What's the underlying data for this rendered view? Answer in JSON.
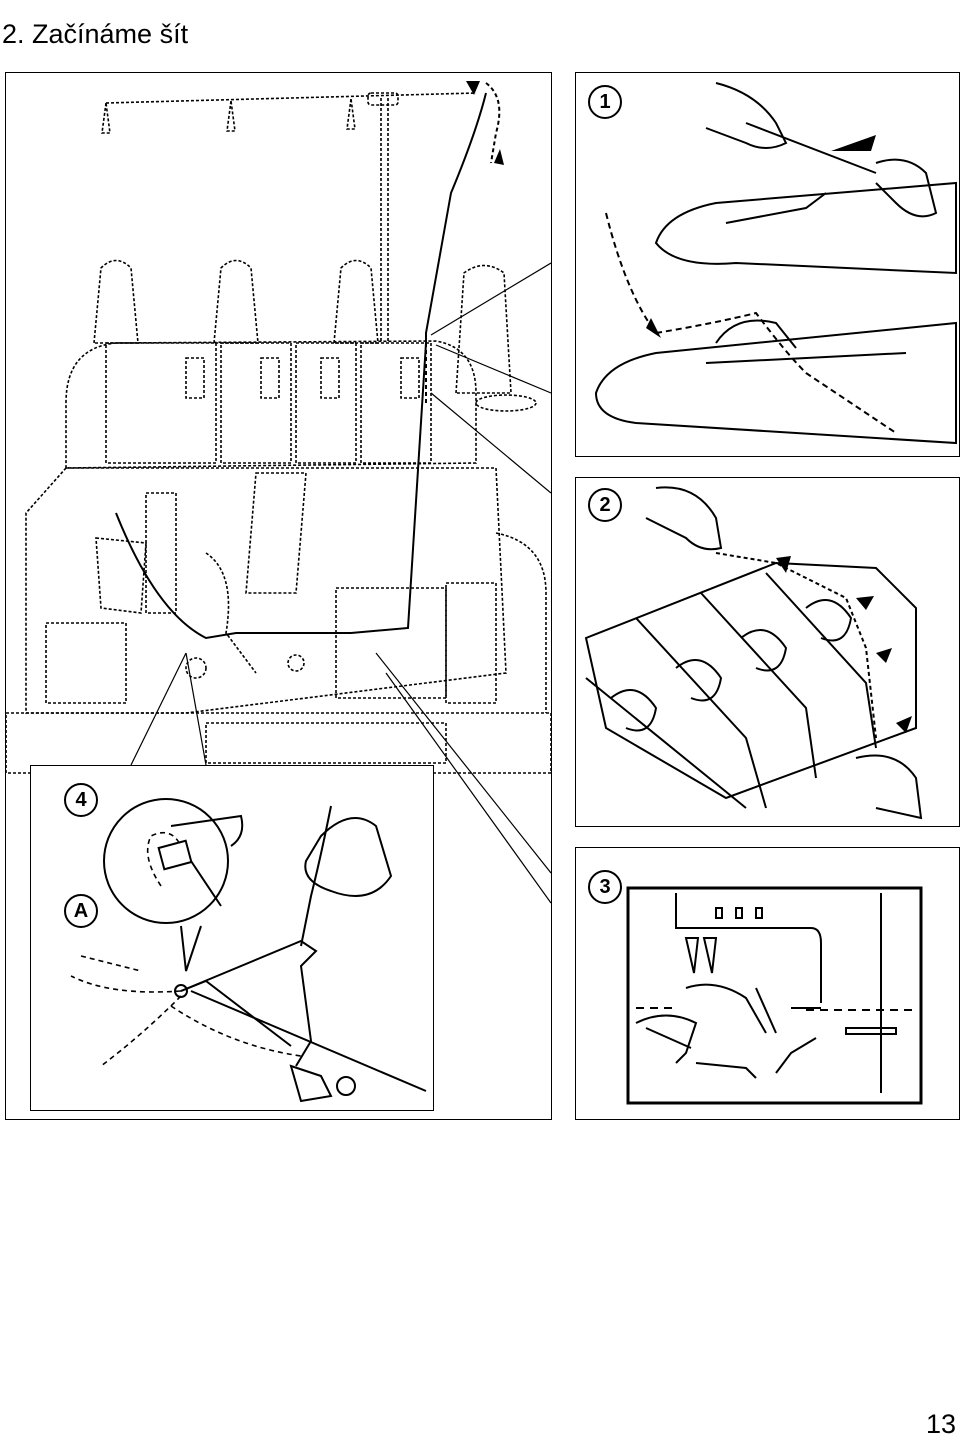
{
  "page": {
    "title": "2. Začínáme šít",
    "page_number": "13"
  },
  "figure": {
    "step_labels": [
      "1",
      "2",
      "3",
      "4"
    ],
    "detail_label": "A"
  }
}
